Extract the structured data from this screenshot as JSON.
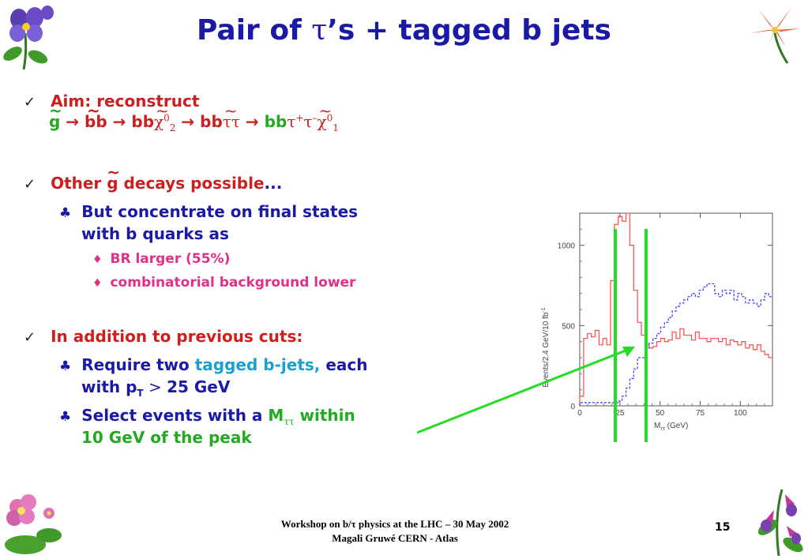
{
  "title_parts": [
    "Pair of ",
    "τ",
    "’s + tagged b jets"
  ],
  "bullets": {
    "aim_label": "Aim: reconstruct",
    "chain": {
      "g": "g",
      "arrow1": "→",
      "bb1": "bb",
      "arrow2": "→",
      "bbchi": "bb",
      "chi": "χ",
      "chi_sup": "0",
      "chi_sub": "2",
      "arrow3": "→",
      "bbtt": "bb",
      "tau_tilde": "τ",
      "tau": "τ",
      "arrow4": "→",
      "bbfinal": "bb",
      "tau_plus": "τ",
      "plus": "+",
      "tau_minus": "τ",
      "minus": "–",
      "chi2": "χ",
      "chi2_sup": "0",
      "chi2_sub": "1"
    },
    "other_prefix": "Other ",
    "other_g": "g",
    "other_suffix": " decays possible",
    "other_dots": "...",
    "concentrate_1": "But concentrate on final states",
    "concentrate_2": "with b quarks as",
    "br": "BR larger (55%)",
    "combo": "combinatorial background lower",
    "addition": "In addition to previous cuts:",
    "require_1": "Require two ",
    "require_tagged": "tagged",
    "require_bjets": "b-jets,",
    "require_each": " each",
    "require_with": "with p",
    "require_T": "T",
    "require_gt": " > ",
    "require_gev": "25 GeV",
    "select_1": "Select events with a ",
    "select_M": "M",
    "select_tt": "ττ",
    "select_within": " within",
    "select_2": "10 GeV of the peak"
  },
  "chart_data": {
    "type": "line",
    "ylabel": "Events/2.4 GeV/10 fb",
    "ylabel_sup": "-1",
    "xlabel": "M",
    "xlabel_sub": "ττ",
    "xlabel_unit": " (GeV)",
    "xlim": [
      0,
      120
    ],
    "ylim": [
      0,
      1200
    ],
    "xticks": [
      "0",
      "25",
      "50",
      "75",
      "100"
    ],
    "yticks": [
      "0",
      "500",
      "1000"
    ],
    "series": [
      {
        "style": "solid",
        "color": "#ff5555",
        "x": [
          0,
          2.4,
          4.8,
          7.2,
          9.6,
          12,
          14.4,
          16.8,
          19.2,
          21.6,
          24,
          26.4,
          28.8,
          31.2,
          33.6,
          36,
          38.4,
          40.8,
          43.2,
          45.6,
          48,
          50.4,
          52.8,
          55.2,
          57.6,
          60,
          62.4,
          64.8,
          67.2,
          69.6,
          72,
          74.4,
          76.8,
          79.2,
          81.6,
          84,
          86.4,
          88.8,
          91.2,
          93.6,
          96,
          98.4,
          100.8,
          103.2,
          105.6,
          108,
          110.4,
          112.8,
          115.2,
          117.6
        ],
        "values": [
          60,
          420,
          450,
          430,
          470,
          380,
          420,
          380,
          780,
          1130,
          1180,
          1150,
          1200,
          1000,
          720,
          520,
          440,
          380,
          360,
          370,
          400,
          420,
          400,
          410,
          460,
          420,
          480,
          440,
          440,
          410,
          460,
          420,
          420,
          400,
          420,
          420,
          400,
          420,
          380,
          410,
          400,
          380,
          400,
          360,
          380,
          350,
          380,
          340,
          320,
          300
        ]
      },
      {
        "style": "dashed",
        "color": "#4444ff",
        "x": [
          0,
          2.4,
          4.8,
          7.2,
          9.6,
          12,
          14.4,
          16.8,
          19.2,
          21.6,
          24,
          26.4,
          28.8,
          31.2,
          33.6,
          36,
          38.4,
          40.8,
          43.2,
          45.6,
          48,
          50.4,
          52.8,
          55.2,
          57.6,
          60,
          62.4,
          64.8,
          67.2,
          69.6,
          72,
          74.4,
          76.8,
          79.2,
          81.6,
          84,
          86.4,
          88.8,
          91.2,
          93.6,
          96,
          98.4,
          100.8,
          103.2,
          105.6,
          108,
          110.4,
          112.8,
          115.2,
          117.6
        ],
        "values": [
          20,
          20,
          20,
          20,
          20,
          20,
          20,
          20,
          20,
          20,
          30,
          60,
          110,
          170,
          230,
          300,
          300,
          360,
          390,
          420,
          450,
          490,
          520,
          550,
          590,
          620,
          640,
          660,
          680,
          700,
          680,
          720,
          740,
          760,
          760,
          700,
          680,
          720,
          700,
          720,
          660,
          700,
          680,
          640,
          660,
          640,
          620,
          660,
          700,
          680
        ]
      }
    ]
  },
  "footer_line1_a": "Workshop on b/",
  "footer_tau": "τ",
  "footer_line1_b": " physics at the LHC – 30 May 2002",
  "footer_line2": "Magali Gruwé CERN - Atlas",
  "page_number": "15",
  "glyphs": {
    "check": "✓",
    "club": "♣",
    "diamond": "♦",
    "tilde": "~"
  },
  "icons": [
    "violet-flower-icon",
    "lily-flower-icon",
    "pink-flower-icon",
    "purple-fuchsia-icon"
  ]
}
